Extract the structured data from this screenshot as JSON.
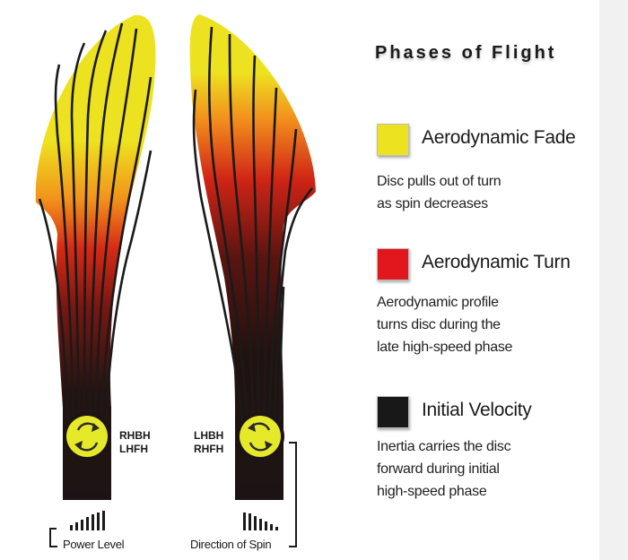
{
  "title": "Phases of Flight",
  "legend": [
    {
      "name": "legend-fade",
      "label": "Aerodynamic Fade",
      "description": "Disc pulls out of turn\nas spin decreases",
      "color": "#ede21f"
    },
    {
      "name": "legend-turn",
      "label": "Aerodynamic Turn",
      "description": "Aerodynamic profile\nturns disc during the\nlate high-speed phase",
      "color": "#e2171d"
    },
    {
      "name": "legend-velocity",
      "label": "Initial Velocity",
      "description": "Inertia carries the disc\nforward during initial\nhigh-speed phase",
      "color": "#181818"
    }
  ],
  "left_path": {
    "spin_labels": "RHBH\nLHFH",
    "caption": "Power Level",
    "icon": "power-level-bars-icon"
  },
  "right_path": {
    "spin_labels": "LHBH\nRHFH",
    "caption": "Direction of Spin",
    "icon": "spin-direction-bars-icon"
  },
  "colors": {
    "yellow": "#ede21f",
    "orange": "#f07a1c",
    "red": "#d41f1a",
    "dark": "#1c1414",
    "rotation_icon": "#e6e82a"
  }
}
